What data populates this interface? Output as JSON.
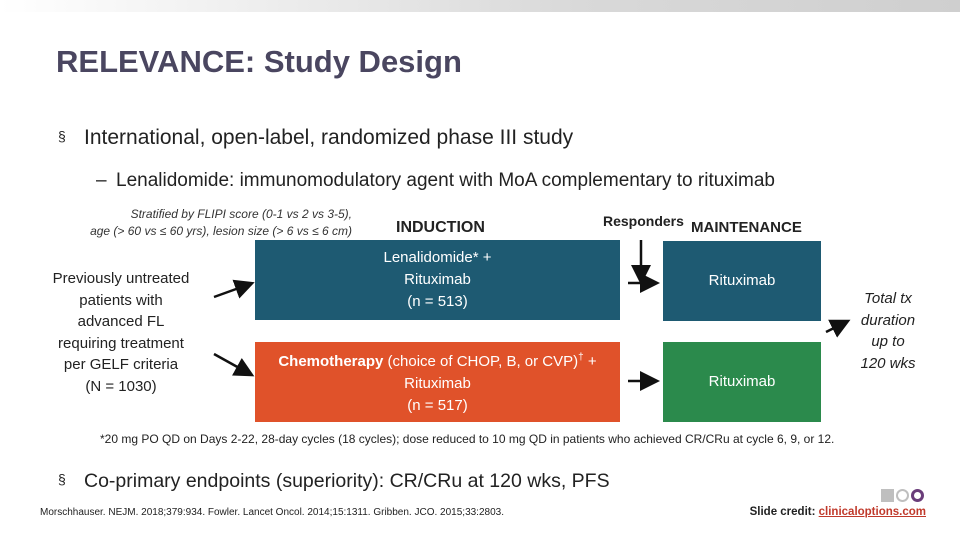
{
  "title": "RELEVANCE: Study Design",
  "bullet1": "International, open-label, randomized phase III study",
  "bullet2": "Lenalidomide: immunomodulatory agent with MoA complementary to rituximab",
  "stratification": {
    "line1": "Stratified by FLIPI score (0-1 vs 2 vs 3-5),",
    "line2": "age (> 60 vs ≤ 60 yrs), lesion size (> 6 vs ≤ 6 cm)"
  },
  "patients": [
    "Previously untreated",
    "patients with",
    "advanced FL",
    "requiring treatment",
    "per GELF criteria",
    "(N = 1030)"
  ],
  "headers": {
    "induction": "INDUCTION",
    "responders": "Responders",
    "maintenance": "MAINTENANCE"
  },
  "arms": {
    "len": {
      "line1": "Lenalidomide* +",
      "line2": "Rituximab",
      "line3": "(n = 513)"
    },
    "chemo": {
      "line1_bold": "Chemotherapy",
      "line1_rest": " (choice of CHOP, B, or CVP)",
      "sup": "†",
      "line1_end": " +",
      "line2": "Rituximab",
      "line3": "(n = 517)"
    }
  },
  "maintenance": {
    "top": "Rituximab",
    "bottom": "Rituximab"
  },
  "total_duration": [
    "Total tx",
    "duration",
    "up to",
    "120 wks"
  ],
  "footnote": "*20 mg PO QD on Days 2-22, 28-day cycles (18 cycles); dose reduced to 10 mg QD in patients who achieved CR/CRu at cycle 6, 9, or 12.",
  "bullet3": "Co-primary endpoints (superiority): CR/CRu at 120 wks, PFS",
  "refs": "Morschhauser. NEJM. 2018;379:934. Fowler. Lancet Oncol. 2014;15:1311. Gribben. JCO. 2015;33:2803.",
  "credit": {
    "label": "Slide credit: ",
    "link": "clinicaloptions.com"
  },
  "bullet_glyph": "§",
  "dash_glyph": "–",
  "colors": {
    "title": "#4a4660",
    "blue": "#1e5a72",
    "orange": "#e0522a",
    "green": "#2b8a4c",
    "link": "#c0392b"
  }
}
